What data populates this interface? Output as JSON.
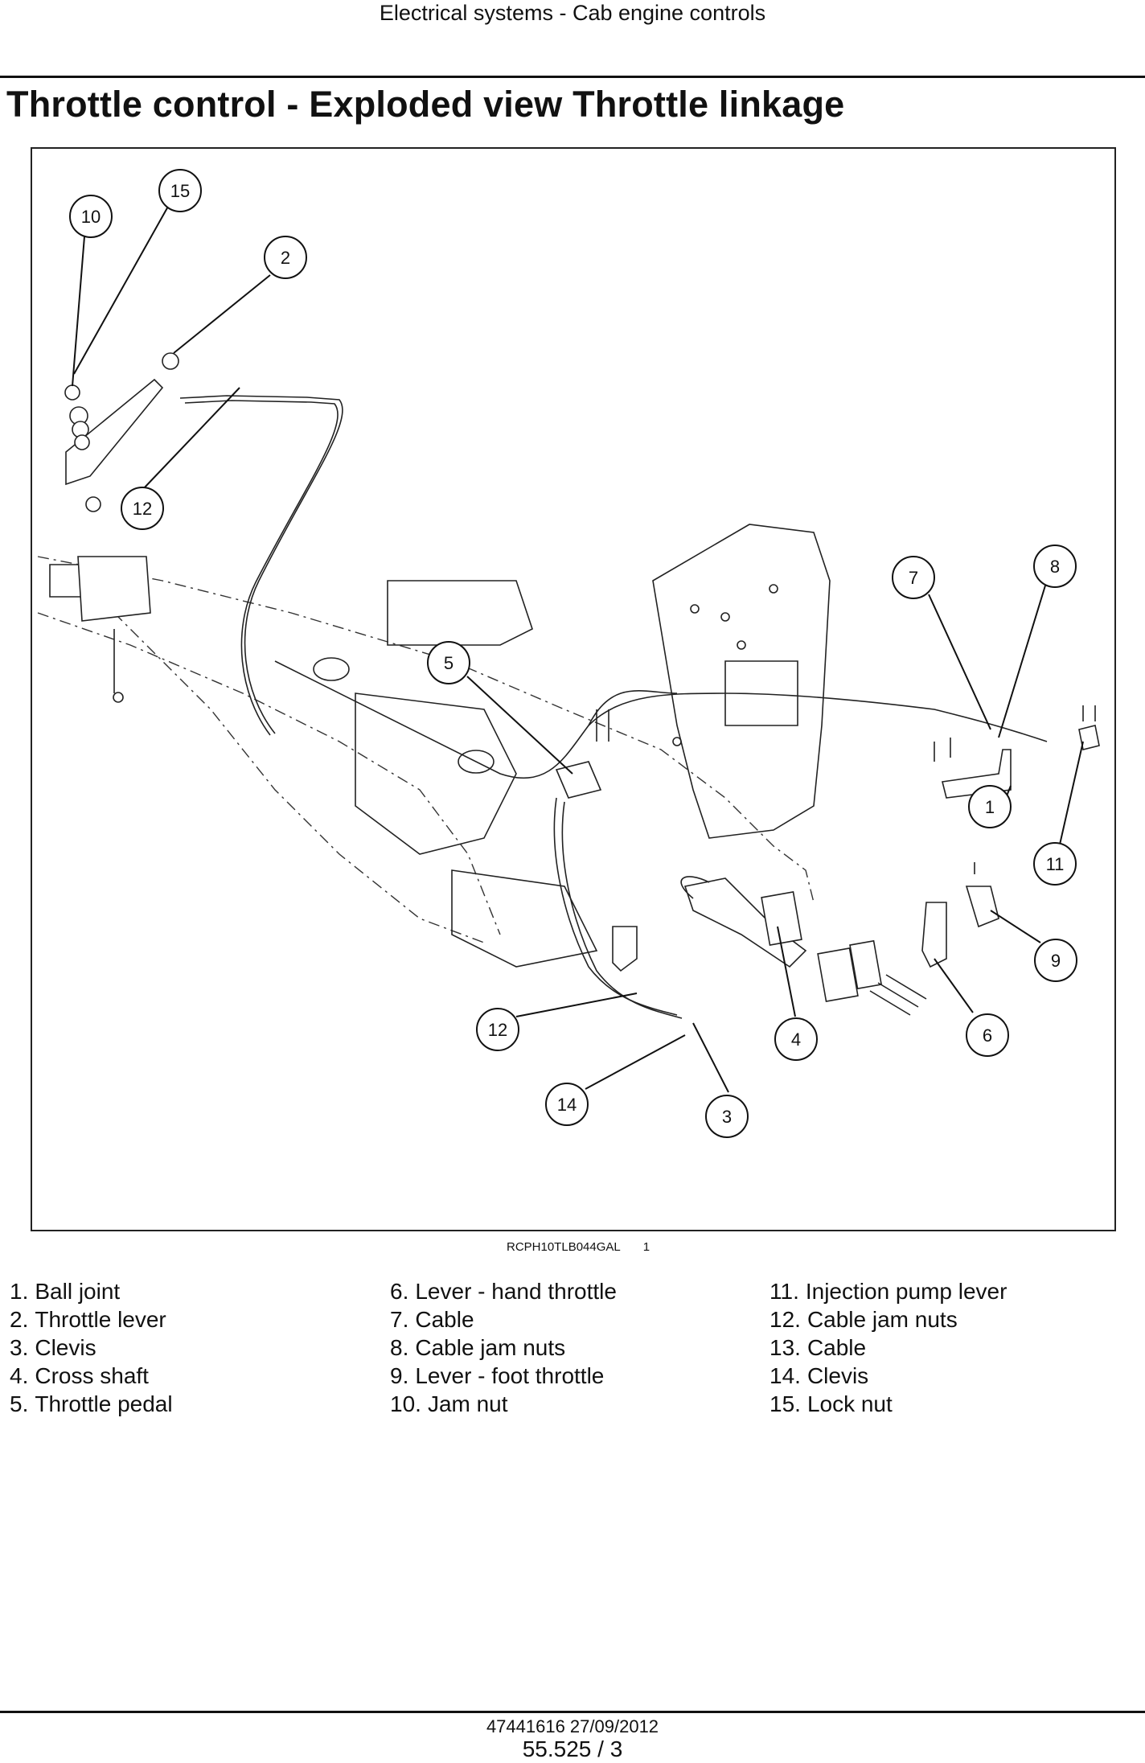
{
  "header": {
    "section": "Electrical systems - Cab engine controls"
  },
  "title": "Throttle control - Exploded view Throttle linkage",
  "figure": {
    "callouts": [
      "15",
      "10",
      "2",
      "12",
      "7",
      "8",
      "5",
      "1",
      "11",
      "9",
      "12",
      "4",
      "6",
      "14",
      "3"
    ],
    "code": "RCPH10TLB044GAL",
    "number": "1"
  },
  "legend": {
    "col1": [
      {
        "n": "1.",
        "label": "Ball joint"
      },
      {
        "n": "2.",
        "label": "Throttle lever"
      },
      {
        "n": "3.",
        "label": "Clevis"
      },
      {
        "n": "4.",
        "label": "Cross shaft"
      },
      {
        "n": "5.",
        "label": "Throttle pedal"
      }
    ],
    "col2": [
      {
        "n": "6.",
        "label": "Lever - hand throttle"
      },
      {
        "n": "7.",
        "label": "Cable"
      },
      {
        "n": "8.",
        "label": "Cable jam nuts"
      },
      {
        "n": "9.",
        "label": "Lever - foot throttle"
      },
      {
        "n": "10.",
        "label": "Jam nut"
      }
    ],
    "col3": [
      {
        "n": "11.",
        "label": "Injection pump lever"
      },
      {
        "n": "12.",
        "label": "Cable jam nuts"
      },
      {
        "n": "13.",
        "label": "Cable"
      },
      {
        "n": "14.",
        "label": "Clevis"
      },
      {
        "n": "15.",
        "label": "Lock nut"
      }
    ]
  },
  "footer": {
    "doc": "47441616 27/09/2012",
    "page": "55.525 / 3"
  }
}
